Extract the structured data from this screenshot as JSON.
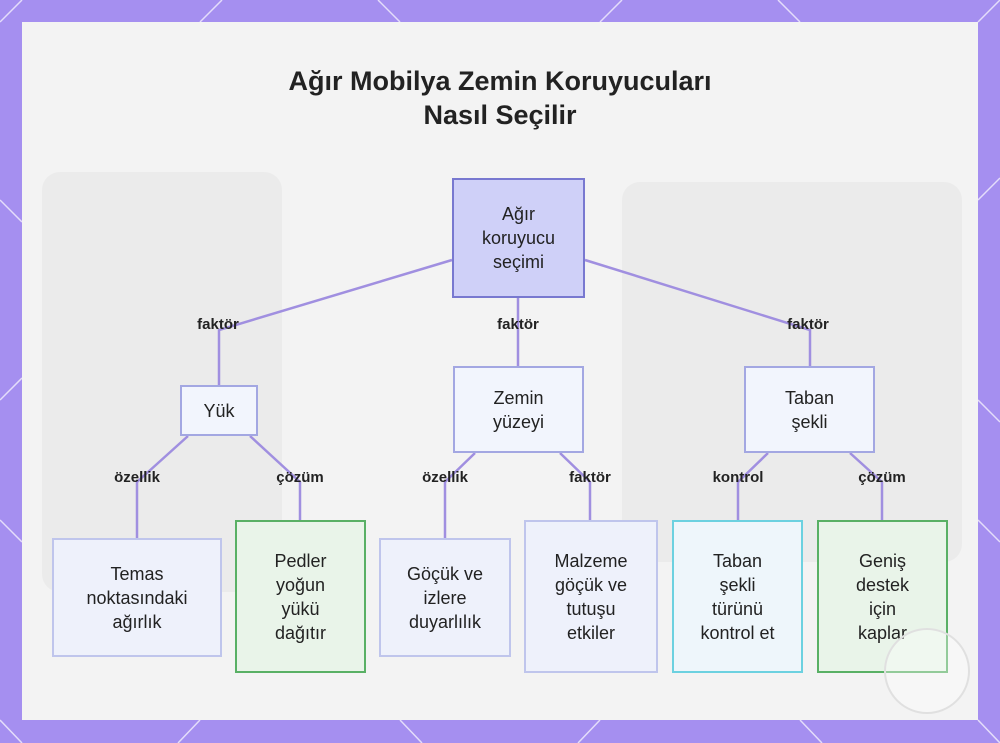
{
  "title": {
    "line1": "Ağır Mobilya Zemin Koruyucuları",
    "line2": "Nasıl Seçilir"
  },
  "colors": {
    "background": "#a58ff0",
    "card": "#f3f3f3",
    "edge": "#a08fe0",
    "root_fill": "#cfd0f8",
    "leaf_green_border": "#59b065",
    "leaf_cyan_border": "#6cd1e0"
  },
  "nodes": {
    "root": [
      "Ağır",
      "koruyucu",
      "seçimi"
    ],
    "load": [
      "Yük"
    ],
    "surface": [
      "Zemin",
      "yüzeyi"
    ],
    "base": [
      "Taban",
      "şekli"
    ],
    "contact_weight": [
      "Temas",
      "noktasındaki",
      "ağırlık"
    ],
    "pads_spread": [
      "Pedler",
      "yoğun",
      "yükü",
      "dağıtır"
    ],
    "dent_sensitivity": [
      "Göçük ve",
      "izlere",
      "duyarlılık"
    ],
    "material_affects": [
      "Malzeme",
      "göçük ve",
      "tutuşu",
      "etkiler"
    ],
    "check_base": [
      "Taban",
      "şekli",
      "türünü",
      "kontrol et"
    ],
    "wide_covers": [
      "Geniş",
      "destek",
      "için",
      "kaplar"
    ]
  },
  "edge_labels": {
    "root_load": "faktör",
    "root_surface": "faktör",
    "root_base": "faktör",
    "load_contact": "özellik",
    "load_pads": "çözüm",
    "surface_dent": "özellik",
    "surface_material": "faktör",
    "base_check": "kontrol",
    "base_wide": "çözüm"
  }
}
